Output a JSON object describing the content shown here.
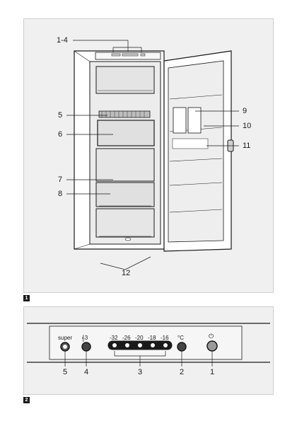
{
  "figure1": {
    "tag": "1",
    "callouts": [
      "1-4",
      "5",
      "6",
      "7",
      "8",
      "9",
      "10",
      "11",
      "12"
    ]
  },
  "figure2": {
    "tag": "2",
    "labels": {
      "super": "super",
      "alarm_symbol": "𝄞3",
      "temps": [
        "-32",
        "-26",
        "-20",
        "-18",
        "-16"
      ],
      "unit": "°C",
      "power_symbol": "⏻"
    },
    "callouts": [
      "5",
      "4",
      "3",
      "2",
      "1"
    ]
  },
  "colors": {
    "panel_bg": "#f0f0f0",
    "line": "#1a1a1a",
    "fridge_body": "#ffffff",
    "drawer_shade": "#d6d6d6"
  },
  "icons": {
    "power": "power-icon",
    "alarm": "alarm-icon"
  }
}
